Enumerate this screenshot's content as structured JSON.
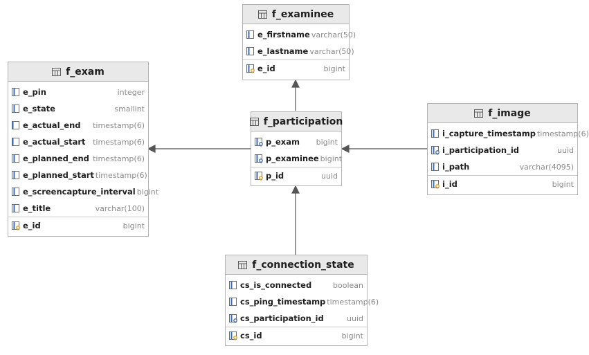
{
  "entities": {
    "examinee": {
      "name": "f_examinee",
      "columns": [
        {
          "name": "e_firstname",
          "type": "varchar(50)",
          "icon": "column-icon"
        },
        {
          "name": "e_lastname",
          "type": "varchar(50)",
          "icon": "column-icon"
        },
        {
          "name": "e_id",
          "type": "bigint",
          "icon": "primary-key-icon"
        }
      ]
    },
    "exam": {
      "name": "f_exam",
      "columns": [
        {
          "name": "e_pin",
          "type": "integer",
          "icon": "column-icon"
        },
        {
          "name": "e_state",
          "type": "smallint",
          "icon": "column-icon"
        },
        {
          "name": "e_actual_end",
          "type": "timestamp(6)",
          "icon": "nullable-column-icon"
        },
        {
          "name": "e_actual_start",
          "type": "timestamp(6)",
          "icon": "nullable-column-icon"
        },
        {
          "name": "e_planned_end",
          "type": "timestamp(6)",
          "icon": "column-icon"
        },
        {
          "name": "e_planned_start",
          "type": "timestamp(6)",
          "icon": "column-icon"
        },
        {
          "name": "e_screencapture_interval",
          "type": "bigint",
          "icon": "column-icon"
        },
        {
          "name": "e_title",
          "type": "varchar(100)",
          "icon": "column-icon"
        },
        {
          "name": "e_id",
          "type": "bigint",
          "icon": "primary-key-icon"
        }
      ]
    },
    "participation": {
      "name": "f_participation",
      "columns": [
        {
          "name": "p_exam",
          "type": "bigint",
          "icon": "foreign-key-icon"
        },
        {
          "name": "p_examinee",
          "type": "bigint",
          "icon": "foreign-key-icon"
        },
        {
          "name": "p_id",
          "type": "uuid",
          "icon": "primary-key-icon"
        }
      ]
    },
    "image": {
      "name": "f_image",
      "columns": [
        {
          "name": "i_capture_timestamp",
          "type": "timestamp(6)",
          "icon": "column-icon"
        },
        {
          "name": "i_participation_id",
          "type": "uuid",
          "icon": "foreign-key-icon"
        },
        {
          "name": "i_path",
          "type": "varchar(4095)",
          "icon": "column-icon"
        },
        {
          "name": "i_id",
          "type": "bigint",
          "icon": "primary-key-icon"
        }
      ]
    },
    "connection_state": {
      "name": "f_connection_state",
      "columns": [
        {
          "name": "cs_is_connected",
          "type": "boolean",
          "icon": "column-icon"
        },
        {
          "name": "cs_ping_timestamp",
          "type": "timestamp(6)",
          "icon": "column-icon"
        },
        {
          "name": "cs_participation_id",
          "type": "uuid",
          "icon": "foreign-key-icon"
        },
        {
          "name": "cs_id",
          "type": "bigint",
          "icon": "primary-key-icon"
        }
      ]
    }
  },
  "relations": [
    {
      "from": "participation",
      "to": "examinee"
    },
    {
      "from": "participation",
      "to": "exam"
    },
    {
      "from": "image",
      "to": "participation"
    },
    {
      "from": "connection_state",
      "to": "participation"
    }
  ],
  "colors": {
    "header_bg": "#e9e9e9",
    "border": "#b4b4b4",
    "type_text": "#8a8a8a",
    "icon_blue": "#3d6fb6",
    "key_gold": "#e0a020",
    "connector": "#555555"
  }
}
